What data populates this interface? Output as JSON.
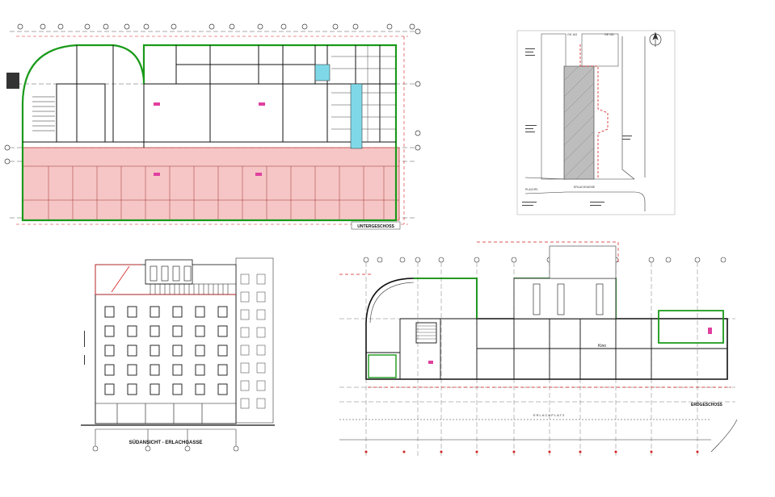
{
  "colors": {
    "wall": "#111111",
    "outline": "#1a9a1a",
    "dimension": "#d42020",
    "hatch_fill": "#f6c6c6",
    "stair_fill": "#7fd8e8",
    "site_fill": "#bdbdbd",
    "grid": "#555555"
  },
  "plans": {
    "basement": {
      "label": "UNTERGESCHOSS"
    },
    "ground": {
      "label": "ERDGESCHOSS",
      "street_label": "ERLACHPLATZ",
      "room_label": "Kino"
    },
    "site": {
      "street_bottom": "ERLACHGASSE",
      "street_left": "PLACHPL",
      "north_symbol": "north-arrow",
      "header_left": "GH 163",
      "header_right": "GE 151"
    },
    "elevation": {
      "title": "SÜDANSICHT - ERLACHGASSE"
    }
  }
}
